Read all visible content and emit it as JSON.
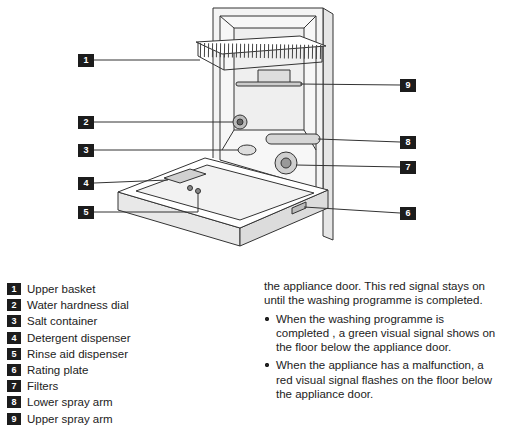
{
  "diagram": {
    "nodes": [
      {
        "text": [
          "1"
        ]
      },
      {
        "text": [
          "2"
        ]
      },
      {
        "text": [
          "3"
        ]
      },
      {
        "text": [
          "4"
        ]
      },
      {
        "text": [
          "5"
        ]
      },
      {
        "text": [
          "6"
        ]
      },
      {
        "text": [
          "7"
        ]
      },
      {
        "text": [
          "8"
        ]
      },
      {
        "text": [
          "9"
        ]
      },
      {
        "text": [
          "1",
          "Upper basket"
        ]
      },
      {
        "text": [
          "2",
          "Water hardness dial"
        ]
      },
      {
        "text": [
          "3",
          "Salt container"
        ]
      },
      {
        "text": [
          "4",
          "Detergent dispenser"
        ]
      },
      {
        "text": [
          "5",
          "Rinse aid dispenser"
        ]
      },
      {
        "text": [
          "6",
          "Rating plate"
        ]
      },
      {
        "text": [
          "7",
          "Filters"
        ]
      },
      {
        "text": [
          "8",
          "Lower spray arm"
        ]
      },
      {
        "text": [
          "9",
          "Upper spray arm"
        ]
      }
    ],
    "labels": [
      "the appliance door. This red signal stays on until the washing programme is completed.",
      "When the washing programme is completed , a green visual signal shows on the floor below the appliance door.",
      "When the appliance has a malfunction, a red visual signal flashes on the floor below the appliance door."
    ]
  }
}
